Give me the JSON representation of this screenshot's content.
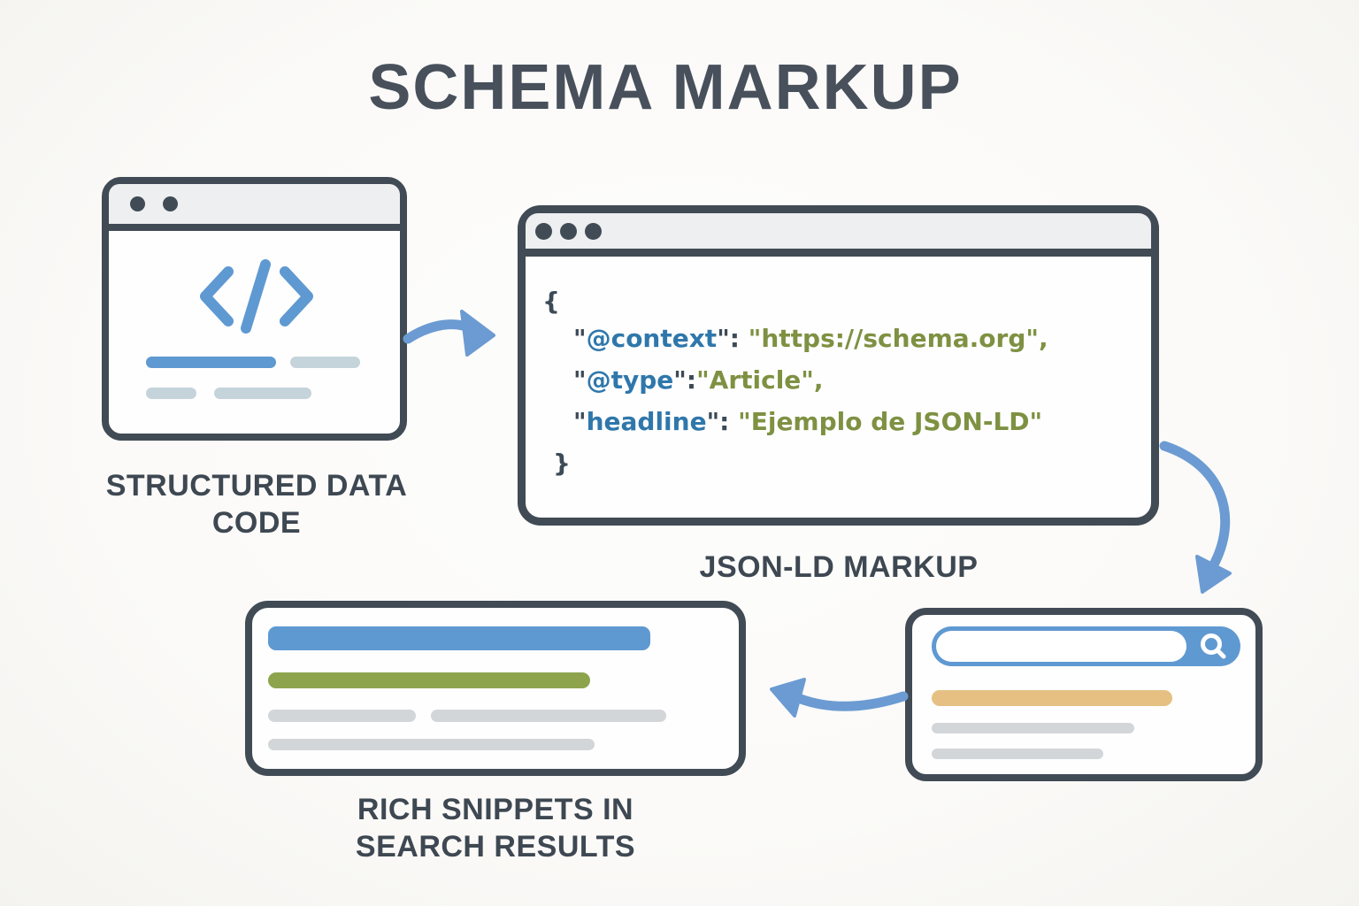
{
  "title": "SCHEMA MARKUP",
  "palette": {
    "outline_dark": "#414b55",
    "arrow_blue": "#6b9bd2",
    "accent_blue": "#5f99d2",
    "key_blue": "#2f77ab",
    "value_olive": "#7e9142",
    "snippet_green": "#8da44d",
    "snippet_tan": "#e6c083",
    "skeleton_gray": "#d3d6d9",
    "skeleton_bluegray": "#c5d4db",
    "titlebar_gray": "#edeff0"
  },
  "windows": {
    "structured_data": {
      "icon": "code-icon",
      "label": [
        "STRUCTURED DATA",
        "CODE"
      ]
    },
    "json_markup": {
      "label": "JSON-LD MARKUP",
      "code": {
        "open_brace": "{",
        "close_brace": "}",
        "quote": "\"",
        "lines": [
          {
            "key": "@context",
            "sep": ": ",
            "value": "\"https://schema.org\","
          },
          {
            "key": "@type",
            "sep": ":",
            "value": "\"Article\","
          },
          {
            "key": "headline",
            "sep": ": ",
            "value": "\"Ejemplo de JSON-LD\""
          }
        ]
      }
    },
    "rich_snippets": {
      "label": [
        "RICH SNIPPETS IN",
        "SEARCH RESULTS"
      ]
    },
    "search_results": {
      "icon": "search-icon"
    }
  }
}
